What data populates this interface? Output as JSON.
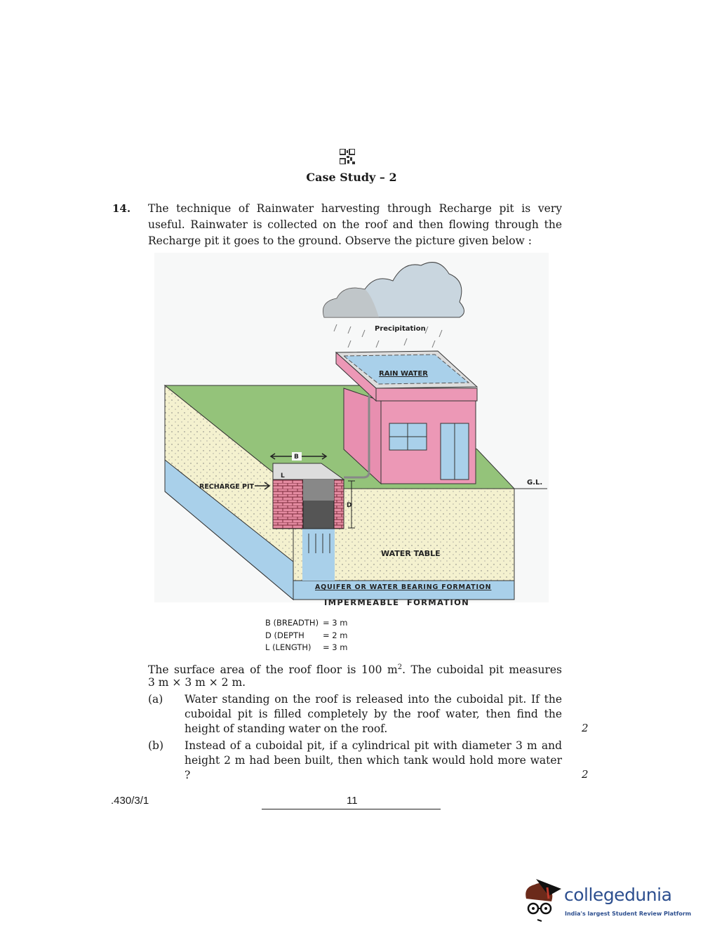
{
  "header": {
    "title": "Case Study – 2"
  },
  "question": {
    "number": "14.",
    "intro": "The technique of Rainwater harvesting through Recharge pit is very useful. Rainwater is collected on the roof and then flowing through the Recharge pit it goes to the ground. Observe the picture given below :",
    "diagram_labels": {
      "precipitation": "Precipitation",
      "rain_water": "RAIN WATER",
      "breadth_marker": "B",
      "length_marker": "L",
      "depth_marker": "D",
      "recharge_pit": "RECHARGE PIT",
      "ground_level": "G.L.",
      "water_table": "WATER TABLE",
      "aquifer": "AQUIFER OR WATER BEARING FORMATION",
      "impermeable": "IMPERMEABLE  FORMATION"
    },
    "dimensions": [
      {
        "label": "B (BREADTH)",
        "value": "= 3 m"
      },
      {
        "label": "D (DEPTH",
        "value": "= 2 m"
      },
      {
        "label": "L (LENGTH)",
        "value": "= 3 m"
      }
    ],
    "statement_line1": "The surface area of the roof floor is 100 m",
    "statement_sup": "2",
    "statement_line1_end": ". The cuboidal pit measures",
    "statement_line2": "3 m × 3 m × 2 m.",
    "parts": [
      {
        "label": "(a)",
        "text": "Water standing on the roof is released into the cuboidal pit. If the cuboidal pit is filled completely by the roof water, then find the height of standing water on the roof.",
        "marks": "2"
      },
      {
        "label": "(b)",
        "text": "Instead of a cuboidal pit, if a cylindrical pit with diameter 3 m and height 2 m had been built, then which tank would hold more water ?",
        "marks": "2"
      }
    ]
  },
  "footer": {
    "code": ".430/3/1",
    "page": "11"
  },
  "watermark": {
    "brand": "collegedunia",
    "tagline": "India's largest Student Review Platform",
    "color": "#2d4f8f"
  }
}
